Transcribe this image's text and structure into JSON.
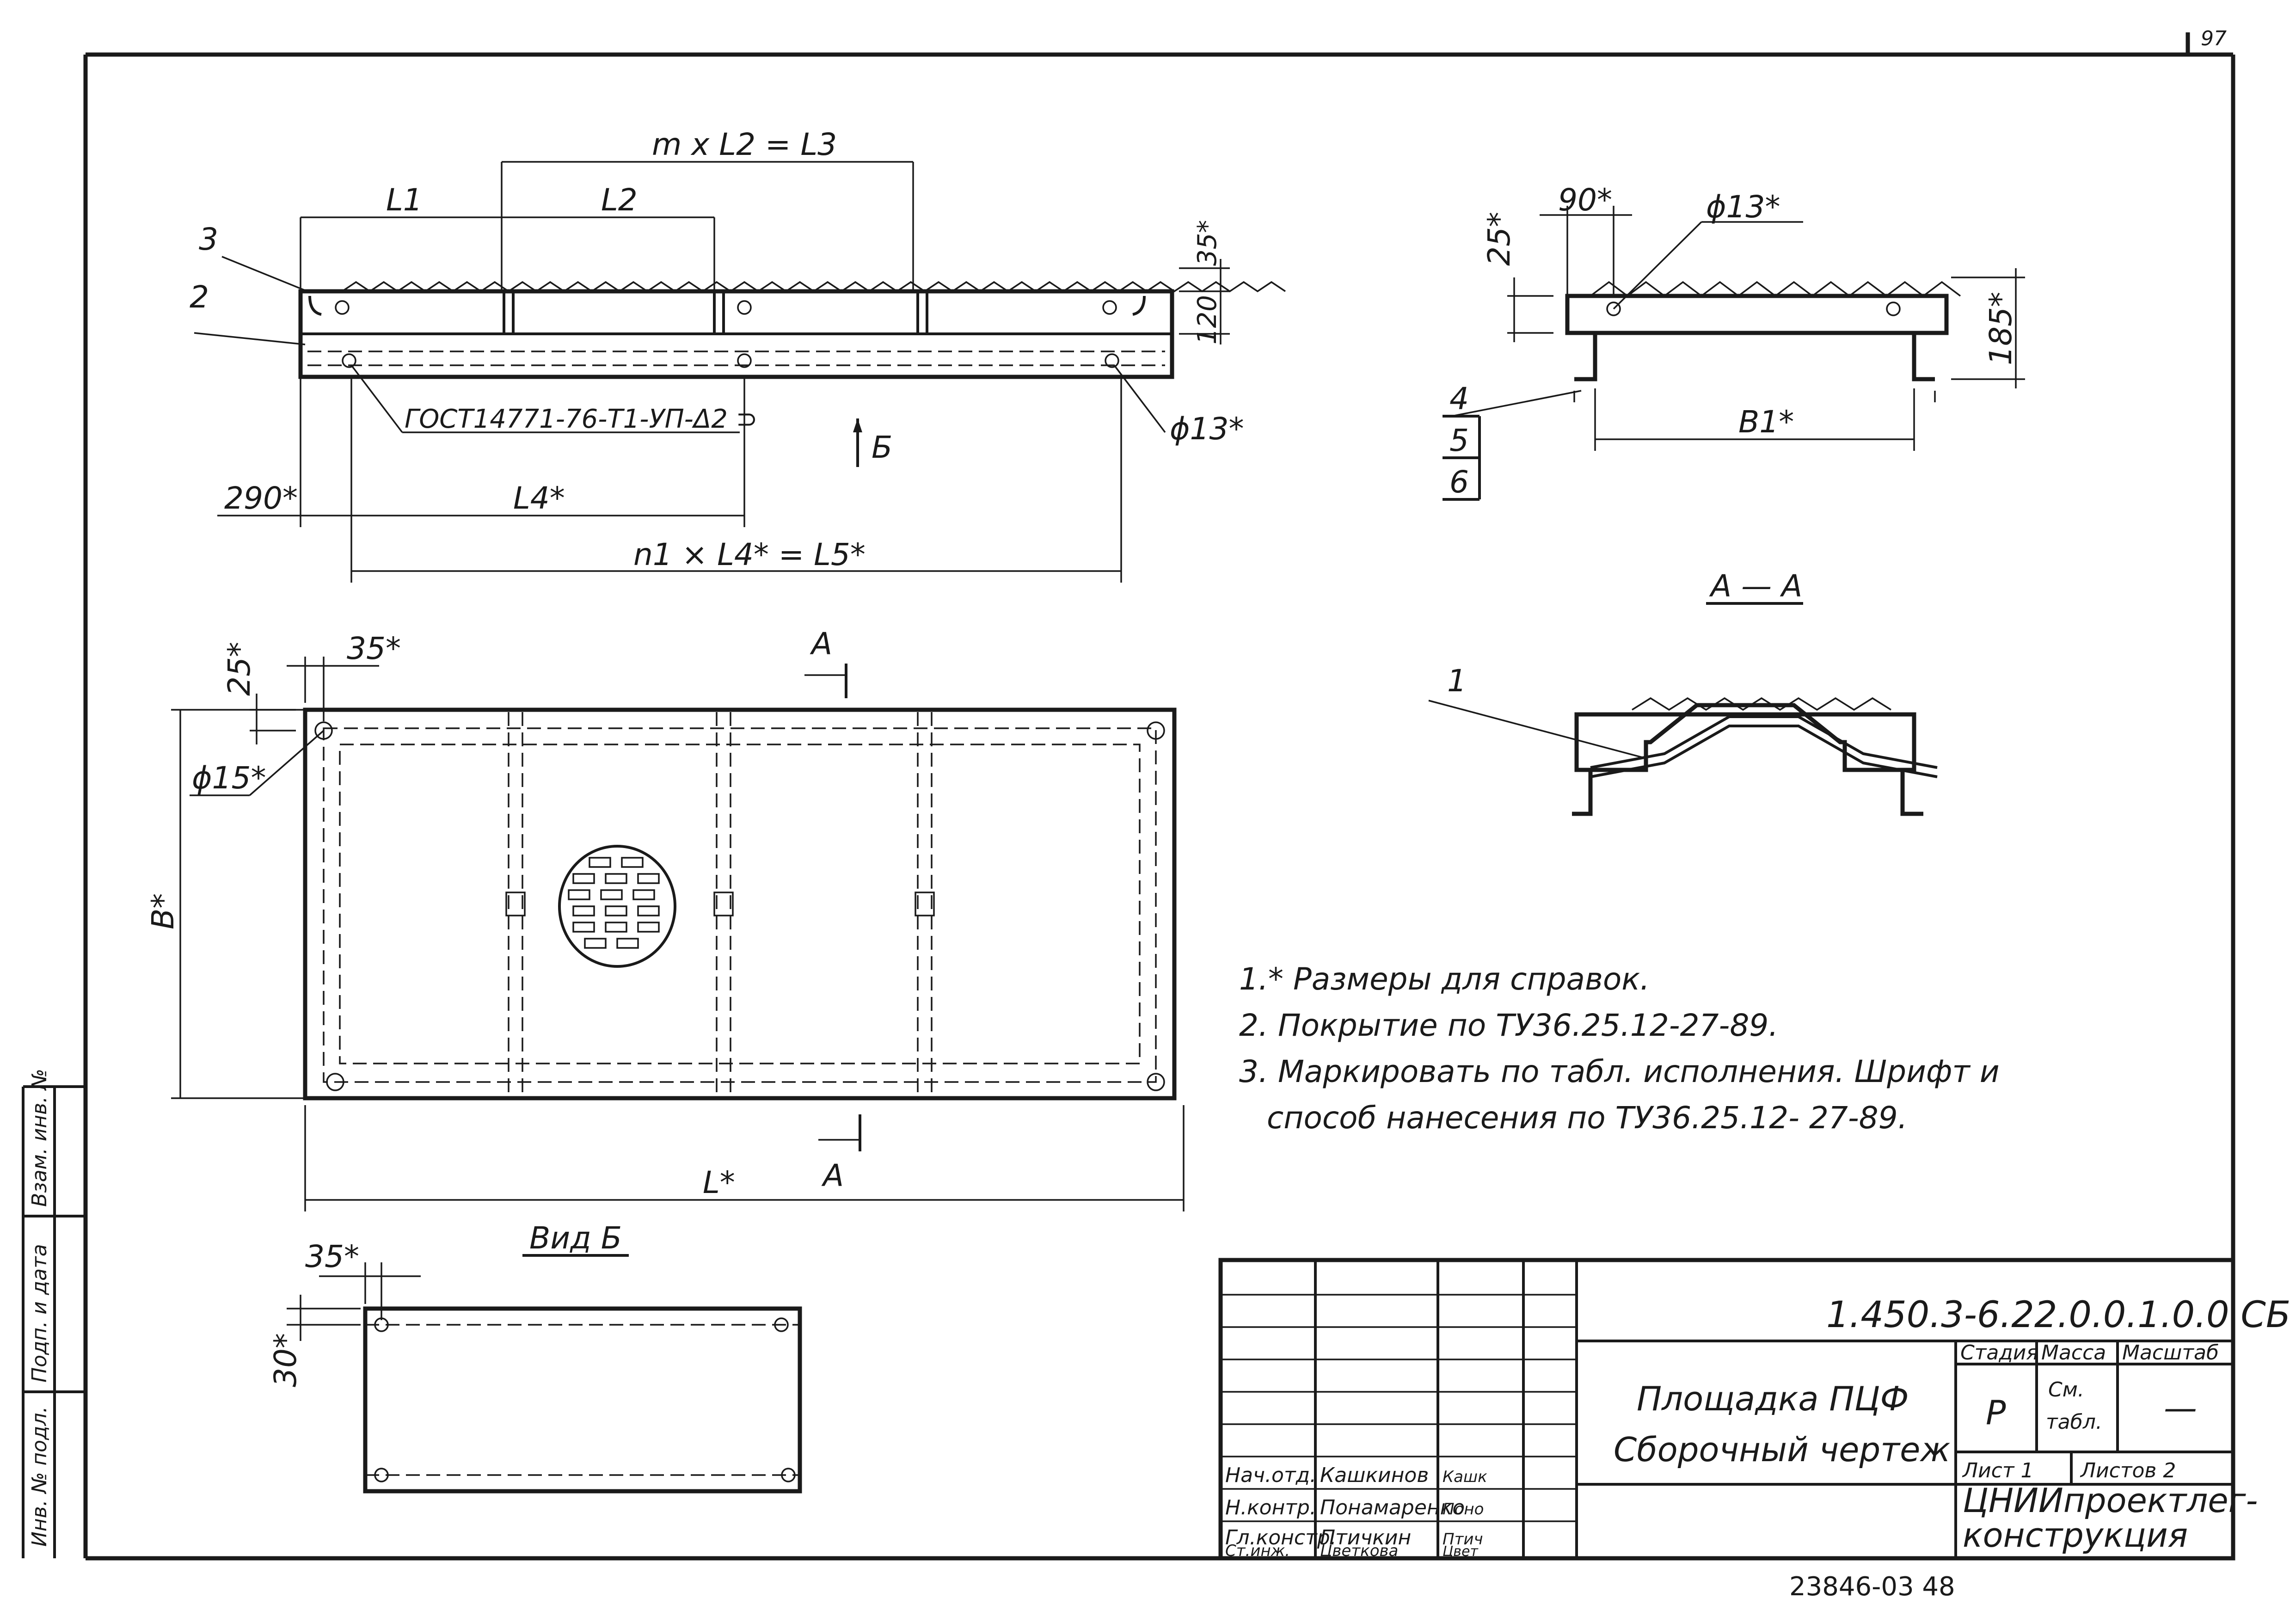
{
  "sheet_number_top": "97",
  "plan_view": {
    "dim_m_l2_l3": "m x L2 = L3",
    "dim_l1": "L1",
    "dim_l2": "L2",
    "dim_35": "35*",
    "dim_120": "120",
    "callout_3": "3",
    "callout_2": "2",
    "weld_note": "ГОСТ14771-76-Т1-УП-Δ2 ⊃",
    "view_arrow_b": "Б",
    "dim_phi13": "ϕ13*",
    "dim_290": "290*",
    "dim_l4": "L4*",
    "dim_n1_l4_l5": "n1 × L4* = L5*"
  },
  "section_view": {
    "dim_90": "90*",
    "dim_25": "25*",
    "dim_phi13": "ϕ13*",
    "dim_185": "185*",
    "dim_b1": "B1*",
    "callout_4": "4",
    "callout_5": "5",
    "callout_6": "6",
    "section_title": "А — А",
    "callout_1": "1"
  },
  "top_view": {
    "dim_25": "25*",
    "dim_35": "35*",
    "dim_phi15": "ϕ15*",
    "dim_b": "B*",
    "dim_l": "L*",
    "section_mark_a_top": "А",
    "section_mark_a_bottom": "А"
  },
  "view_b": {
    "title": "Вид Б",
    "dim_35": "35*",
    "dim_30": "30*"
  },
  "notes": [
    "1.* Размеры для справок.",
    "2. Покрытие по ТУ36.25.12-27-89.",
    "3. Маркировать по табл. исполнения. Шрифт и",
    "способ нанесения по ТУ36.25.12- 27-89."
  ],
  "side_stamp": {
    "field_1": "Инв. № подл.",
    "field_2": "Подп. и дата",
    "field_3": "Взам. инв. №"
  },
  "title_block": {
    "code": "1.450.3-6.22.0.0.1.0.0 СБ",
    "title_line1": "Площадка ПЦФ",
    "title_line2": "Сборочный чертеж",
    "stage_header": "Стадия",
    "mass_header": "Масса",
    "scale_header": "Масштаб",
    "stage_value": "Р",
    "mass_value_1": "См.",
    "mass_value_2": "табл.",
    "scale_value": "—",
    "sheet_label": "Лист 1",
    "sheets_label": "Листов 2",
    "org_line1": "ЦНИИпроектлег-",
    "org_line2": "конструкция",
    "signatures": [
      {
        "role": "Нач.отд.",
        "name": "Кашкинов",
        "sign": "Кашк"
      },
      {
        "role": "Н.контр.",
        "name": "Понамаренко",
        "sign": "Поно"
      },
      {
        "role": "Гл.констр.",
        "name": "Птичкин",
        "sign": "Птич"
      },
      {
        "role": "Ст.инж.",
        "name": "Цветкова",
        "sign": "Цвет"
      }
    ]
  },
  "footer_code": "23846-03   48"
}
